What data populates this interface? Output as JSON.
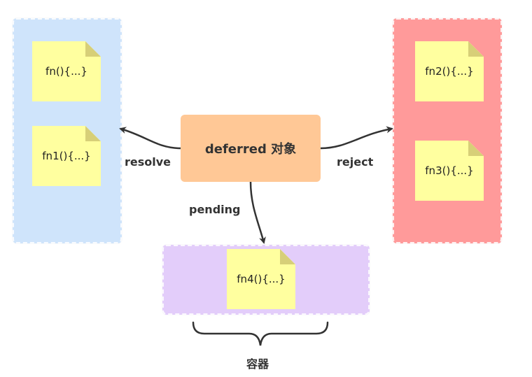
{
  "center": {
    "label": "deferred 对象"
  },
  "edges": {
    "resolve": "resolve",
    "reject": "reject",
    "pending": "pending"
  },
  "resolve_container": {
    "items": [
      "fn(){...}",
      "fn1(){...}"
    ]
  },
  "reject_container": {
    "items": [
      "fn2(){...}",
      "fn3(){...}"
    ]
  },
  "pending_container": {
    "items": [
      "fn4(){...}"
    ]
  },
  "brace_label": "容器",
  "colors": {
    "resolve_bg": "#cfe4fb",
    "reject_bg": "#ff9a9a",
    "pending_bg": "#e3cdfa",
    "center_bg": "#ffc896",
    "note_bg": "#ffff9f"
  }
}
